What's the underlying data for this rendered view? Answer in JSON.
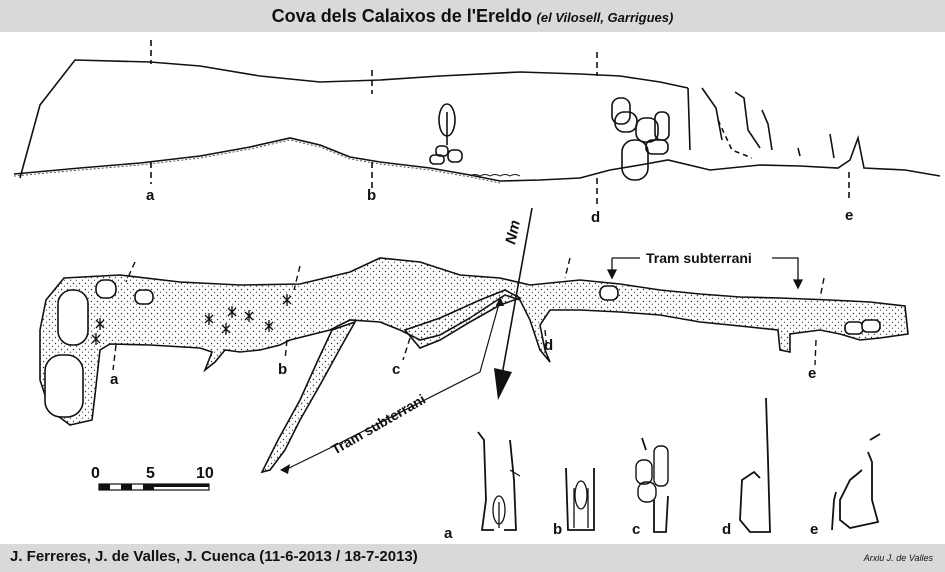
{
  "header": {
    "title": "Cova dels Calaixos de l'Ereldo",
    "subtitle": "(el Vilosell, Garrigues)"
  },
  "profile": {
    "section_labels": [
      "a",
      "b",
      "d",
      "e"
    ]
  },
  "plan": {
    "north_label": "Nm",
    "tram_label_top": "Tram subterrani",
    "tram_label_left": "Tram subterrani",
    "section_labels": [
      "a",
      "b",
      "c",
      "d",
      "e"
    ]
  },
  "scale": {
    "ticks": [
      "0",
      "5",
      "10"
    ]
  },
  "cross_sections": {
    "labels": [
      "a",
      "b",
      "c",
      "d",
      "e"
    ]
  },
  "footer": {
    "authors": "J. Ferreres, J. de Valles, J. Cuenca (11-6-2013 / 18-7-2013)",
    "archive": "Arxiu J. de Valles"
  }
}
